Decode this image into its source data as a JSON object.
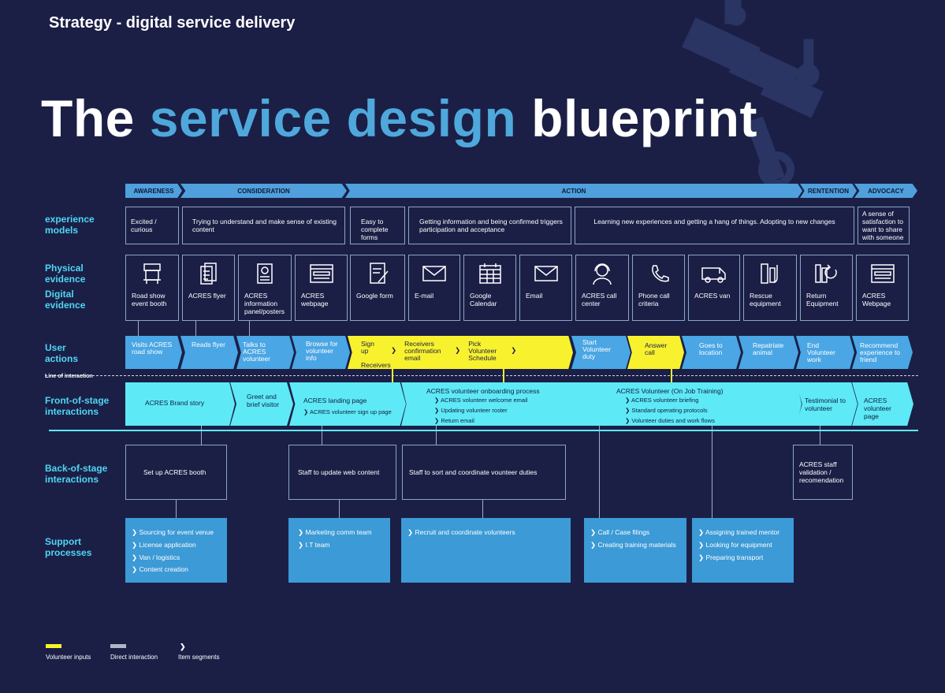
{
  "header": {
    "top_title": "Strategy - digital service delivery",
    "headline_a": "The",
    "headline_b": "service design",
    "headline_c": "blueprint"
  },
  "phases": [
    "AWARENESS",
    "CONSIDERATION",
    "ACTION",
    "RENTENTION",
    "ADVOCACY"
  ],
  "row_labels": {
    "experience": "experience models",
    "physical": "Physical evidence",
    "digital": "Digital evidence",
    "user": "User actions",
    "line": "Line of interaction",
    "front": "Front-of-stage interactions",
    "back": "Back-of-stage interactions",
    "support": "Support processes"
  },
  "experience_models": [
    "Excited / curious",
    "Trying to understand and make sense of existing content",
    "Easy to complete forms",
    "Getting information and being confirmed triggers participation and acceptance",
    "Learning new experiences and getting a hang of things. Adopting to new changes",
    "A sense of satisfaction to want to share with someone"
  ],
  "evidence": [
    {
      "icon": "booth-icon",
      "label": "Road show event booth"
    },
    {
      "icon": "flyer-icon",
      "label": "ACRES flyer"
    },
    {
      "icon": "poster-icon",
      "label": "ACRES information panel/posters"
    },
    {
      "icon": "webpage-icon",
      "label": "ACRES webpage"
    },
    {
      "icon": "form-icon",
      "label": "Google form"
    },
    {
      "icon": "email-icon",
      "label": "E-mail"
    },
    {
      "icon": "calendar-icon",
      "label": "Google Calendar"
    },
    {
      "icon": "email-icon",
      "label": "Email"
    },
    {
      "icon": "headset-icon",
      "label": "ACRES call center"
    },
    {
      "icon": "phone-icon",
      "label": "Phone call criteria"
    },
    {
      "icon": "van-icon",
      "label": "ACRES van"
    },
    {
      "icon": "equipment-icon",
      "label": "Rescue equipment"
    },
    {
      "icon": "return-icon",
      "label": "Return Equipment"
    },
    {
      "icon": "webpage-icon",
      "label": "ACRES Webpage"
    }
  ],
  "user_actions": [
    "Visits ACRES road show",
    "Reads flyer",
    "Talks to ACRES volunteer",
    "Browse for volunteer info",
    "Sign up",
    "Receivers confirmation email",
    "Pick Volunteer Schedule",
    "Receivers confirmation email",
    "Start Volunteer duty",
    "Answer call",
    "Goes to location",
    "Repatriate animal",
    "End Volunteer work",
    "Recommend experience to friend"
  ],
  "front_stage": {
    "f1": "ACRES Brand story",
    "f2": "Greet and brief visitor",
    "f3": "ACRES landing page",
    "f3s": "❯ ACRES volunteer sign up page",
    "f4": "ACRES volunteer onboarding process",
    "f4s": [
      "❯ ACRES volunteer welcome email",
      "❯ Updating volunteer roster",
      "❯ Return email"
    ],
    "f5": "ACRES Volunteer (On Job Training)",
    "f5s": [
      "❯ ACRES volunteer briefing",
      "❯ Standard operating protocols",
      "❯ Volunteer duties and work flows"
    ],
    "f6": "Testimonial to volunteer",
    "f7": "ACRES volunteer page"
  },
  "back_stage": [
    "Set up ACRES booth",
    "Staff to update web content",
    "Staff to sort and coordinate vounteer duties",
    "ACRES staff validation / recomendation"
  ],
  "support": [
    [
      "❯ Sourcing for event venue",
      "❯ License application",
      "❯ Van / logistics",
      "❯ Content creation"
    ],
    [
      "❯ Marketing comm team",
      "❯ I.T team"
    ],
    [
      "❯ Recruit and coordinate volunteers"
    ],
    [
      "❯ Call / Case filings",
      "❯ Creating training materials"
    ],
    [
      "❯ Assigning trained mentor",
      "❯ Looking for equipment",
      "❯ Preparing transport"
    ]
  ],
  "legend": {
    "volunteer": "Volunteer inputs",
    "direct": "Direct interaction",
    "segments": "Item segments",
    "seg_glyph": "❯"
  },
  "colors": {
    "background": "#1b1f46",
    "accent": "#4fa8dc",
    "cyan": "#5ee9f6",
    "yellow": "#f8f22e",
    "blue": "#4aa6e4"
  }
}
